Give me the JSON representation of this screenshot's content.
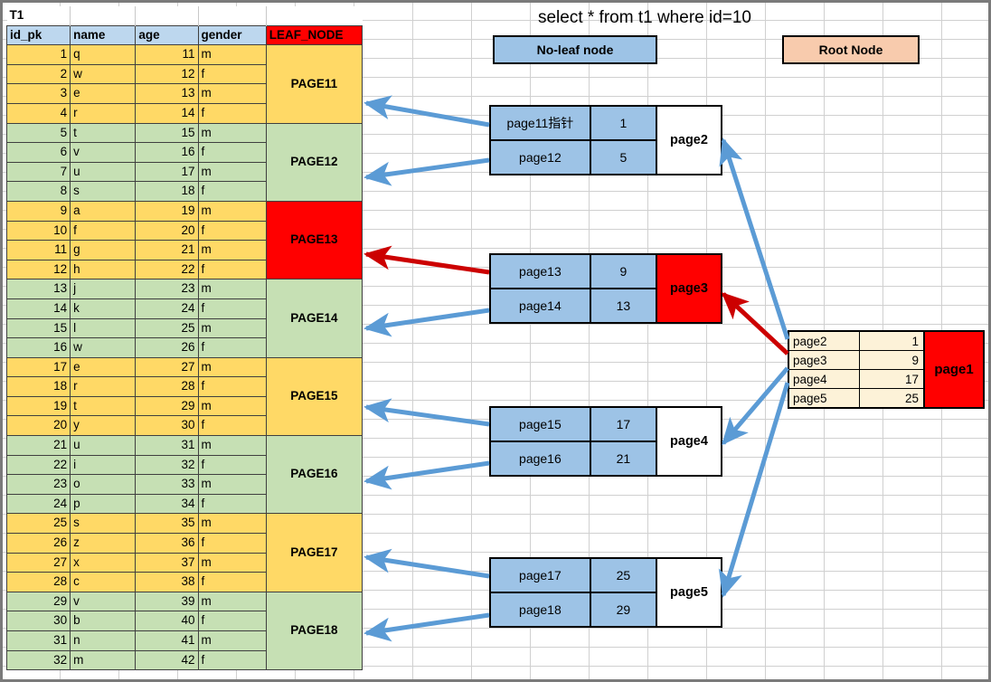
{
  "title": "select * from t1 where id=10",
  "table": {
    "name": "T1",
    "columns": [
      "id_pk",
      "name",
      "age",
      "gender",
      "LEAF_NODE"
    ],
    "rows": [
      {
        "id_pk": "1",
        "name": "q",
        "age": "11",
        "gender": "m"
      },
      {
        "id_pk": "2",
        "name": "w",
        "age": "12",
        "gender": "f"
      },
      {
        "id_pk": "3",
        "name": "e",
        "age": "13",
        "gender": "m"
      },
      {
        "id_pk": "4",
        "name": "r",
        "age": "14",
        "gender": "f"
      },
      {
        "id_pk": "5",
        "name": "t",
        "age": "15",
        "gender": "m"
      },
      {
        "id_pk": "6",
        "name": "v",
        "age": "16",
        "gender": "f"
      },
      {
        "id_pk": "7",
        "name": "u",
        "age": "17",
        "gender": "m"
      },
      {
        "id_pk": "8",
        "name": "s",
        "age": "18",
        "gender": "f"
      },
      {
        "id_pk": "9",
        "name": "a",
        "age": "19",
        "gender": "m"
      },
      {
        "id_pk": "10",
        "name": "f",
        "age": "20",
        "gender": "f"
      },
      {
        "id_pk": "11",
        "name": "g",
        "age": "21",
        "gender": "m"
      },
      {
        "id_pk": "12",
        "name": "h",
        "age": "22",
        "gender": "f"
      },
      {
        "id_pk": "13",
        "name": "j",
        "age": "23",
        "gender": "m"
      },
      {
        "id_pk": "14",
        "name": "k",
        "age": "24",
        "gender": "f"
      },
      {
        "id_pk": "15",
        "name": "l",
        "age": "25",
        "gender": "m"
      },
      {
        "id_pk": "16",
        "name": "w",
        "age": "26",
        "gender": "f"
      },
      {
        "id_pk": "17",
        "name": "e",
        "age": "27",
        "gender": "m"
      },
      {
        "id_pk": "18",
        "name": "r",
        "age": "28",
        "gender": "f"
      },
      {
        "id_pk": "19",
        "name": "t",
        "age": "29",
        "gender": "m"
      },
      {
        "id_pk": "20",
        "name": "y",
        "age": "30",
        "gender": "f"
      },
      {
        "id_pk": "21",
        "name": "u",
        "age": "31",
        "gender": "m"
      },
      {
        "id_pk": "22",
        "name": "i",
        "age": "32",
        "gender": "f"
      },
      {
        "id_pk": "23",
        "name": "o",
        "age": "33",
        "gender": "m"
      },
      {
        "id_pk": "24",
        "name": "p",
        "age": "34",
        "gender": "f"
      },
      {
        "id_pk": "25",
        "name": "s",
        "age": "35",
        "gender": "m"
      },
      {
        "id_pk": "26",
        "name": "z",
        "age": "36",
        "gender": "f"
      },
      {
        "id_pk": "27",
        "name": "x",
        "age": "37",
        "gender": "m"
      },
      {
        "id_pk": "28",
        "name": "c",
        "age": "38",
        "gender": "f"
      },
      {
        "id_pk": "29",
        "name": "v",
        "age": "39",
        "gender": "m"
      },
      {
        "id_pk": "30",
        "name": "b",
        "age": "40",
        "gender": "f"
      },
      {
        "id_pk": "31",
        "name": "n",
        "age": "41",
        "gender": "m"
      },
      {
        "id_pk": "32",
        "name": "m",
        "age": "42",
        "gender": "f"
      }
    ],
    "leaf_pages": [
      {
        "label": "PAGE11",
        "color": "yellow",
        "highlighted": false
      },
      {
        "label": "PAGE12",
        "color": "green",
        "highlighted": false
      },
      {
        "label": "PAGE13",
        "color": "red",
        "highlighted": true
      },
      {
        "label": "PAGE14",
        "color": "green",
        "highlighted": false
      },
      {
        "label": "PAGE15",
        "color": "yellow",
        "highlighted": false
      },
      {
        "label": "PAGE16",
        "color": "green",
        "highlighted": false
      },
      {
        "label": "PAGE17",
        "color": "yellow",
        "highlighted": false
      },
      {
        "label": "PAGE18",
        "color": "green",
        "highlighted": false
      }
    ]
  },
  "legend": {
    "noleaf_label": "No-leaf node",
    "root_label": "Root Node"
  },
  "nonleaf_nodes": [
    {
      "name": "page2",
      "highlighted": false,
      "entries": [
        {
          "pointer": "page11指针",
          "key": "1"
        },
        {
          "pointer": "page12",
          "key": "5"
        }
      ]
    },
    {
      "name": "page3",
      "highlighted": true,
      "entries": [
        {
          "pointer": "page13",
          "key": "9"
        },
        {
          "pointer": "page14",
          "key": "13"
        }
      ]
    },
    {
      "name": "page4",
      "highlighted": false,
      "entries": [
        {
          "pointer": "page15",
          "key": "17"
        },
        {
          "pointer": "page16",
          "key": "21"
        }
      ]
    },
    {
      "name": "page5",
      "highlighted": false,
      "entries": [
        {
          "pointer": "page17",
          "key": "25"
        },
        {
          "pointer": "page18",
          "key": "29"
        }
      ]
    }
  ],
  "root_node": {
    "name": "page1",
    "highlighted": true,
    "entries": [
      {
        "pointer": "page2",
        "key": "1"
      },
      {
        "pointer": "page3",
        "key": "9"
      },
      {
        "pointer": "page4",
        "key": "17"
      },
      {
        "pointer": "page5",
        "key": "25"
      }
    ]
  },
  "colors": {
    "yellow": "#ffd966",
    "green": "#c6e0b4",
    "red": "#ff0000",
    "blue": "#9dc3e6",
    "header_blue": "#bdd7ee",
    "peach": "#f8cbad",
    "cream": "#fdf2d8",
    "arrow_blue": "#5b9bd5",
    "arrow_red": "#cc0000"
  }
}
